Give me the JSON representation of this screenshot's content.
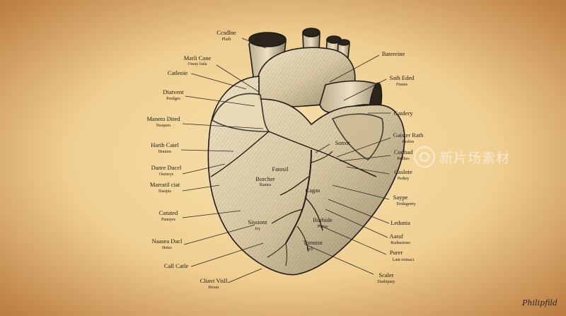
{
  "labels_left": [
    {
      "id": "l1",
      "main": "Ccsdlne",
      "sub": "Plutli"
    },
    {
      "id": "l2",
      "main": "Marli Cane",
      "sub": "Oseay lrala"
    },
    {
      "id": "l3",
      "main": "Catleoie",
      "sub": ""
    },
    {
      "id": "l4",
      "main": "Diatvent",
      "sub": "Pestlges"
    },
    {
      "id": "l5",
      "main": "Maneto Dited",
      "sub": "Nssipers"
    },
    {
      "id": "l6",
      "main": "Harib Catel",
      "sub": "Hnuties"
    },
    {
      "id": "l7",
      "main": "Danre Dacel",
      "sub": "Oseneys"
    },
    {
      "id": "l8",
      "main": "Marratil ciat",
      "sub": "Dasipts"
    },
    {
      "id": "l9",
      "main": "Catuted",
      "sub": "Paunyes"
    },
    {
      "id": "l10",
      "main": "Naasea Dacl",
      "sub": "Hetes"
    },
    {
      "id": "l11",
      "main": "Call Catle",
      "sub": ""
    },
    {
      "id": "l12",
      "main": "Cliavt Visll",
      "sub": "Hexes"
    }
  ],
  "labels_right": [
    {
      "id": "r1",
      "main": "Batereine",
      "sub": ""
    },
    {
      "id": "r2",
      "main": "Sath Eded",
      "sub": "Ftunes"
    },
    {
      "id": "r3",
      "main": "Catdery",
      "sub": ""
    },
    {
      "id": "r4",
      "main": "Gaister Rath",
      "sub": "Peslies"
    },
    {
      "id": "r5",
      "main": "Conhad",
      "sub": "Pedlies"
    },
    {
      "id": "r6",
      "main": "Caslote",
      "sub": "Pedtey"
    },
    {
      "id": "r7",
      "main": "Saype",
      "sub": "Dotlugenry"
    },
    {
      "id": "r8",
      "main": "Ledunia",
      "sub": ""
    },
    {
      "id": "r9",
      "main": "Aaraf",
      "sub": "Radnesrnes"
    },
    {
      "id": "r10",
      "main": "Purer",
      "sub": "Lant retinact"
    },
    {
      "id": "r11",
      "main": "Scaler",
      "sub": "Dashipary"
    }
  ],
  "labels_inner": [
    {
      "id": "i1",
      "main": "Sotrot",
      "sub": ""
    },
    {
      "id": "i2",
      "main": "Fatosil",
      "sub": ""
    },
    {
      "id": "i3",
      "main": "Borcher",
      "sub": "Rautes"
    },
    {
      "id": "i4",
      "main": "Cagas",
      "sub": ""
    },
    {
      "id": "i5",
      "main": "Sissiont",
      "sub": "Jey"
    },
    {
      "id": "i6",
      "main": "Burhide",
      "sub": "Purtss"
    },
    {
      "id": "i7",
      "main": "Tormint",
      "sub": "Fell"
    }
  ],
  "watermark": {
    "text": "新片场素材"
  },
  "signature": {
    "text": "Philipfild"
  },
  "colors": {
    "paper_center": "#f6dfa9",
    "paper_edge": "#b9793f",
    "ink": "#1e1a14",
    "heart_fill": "#d8c7a3"
  }
}
